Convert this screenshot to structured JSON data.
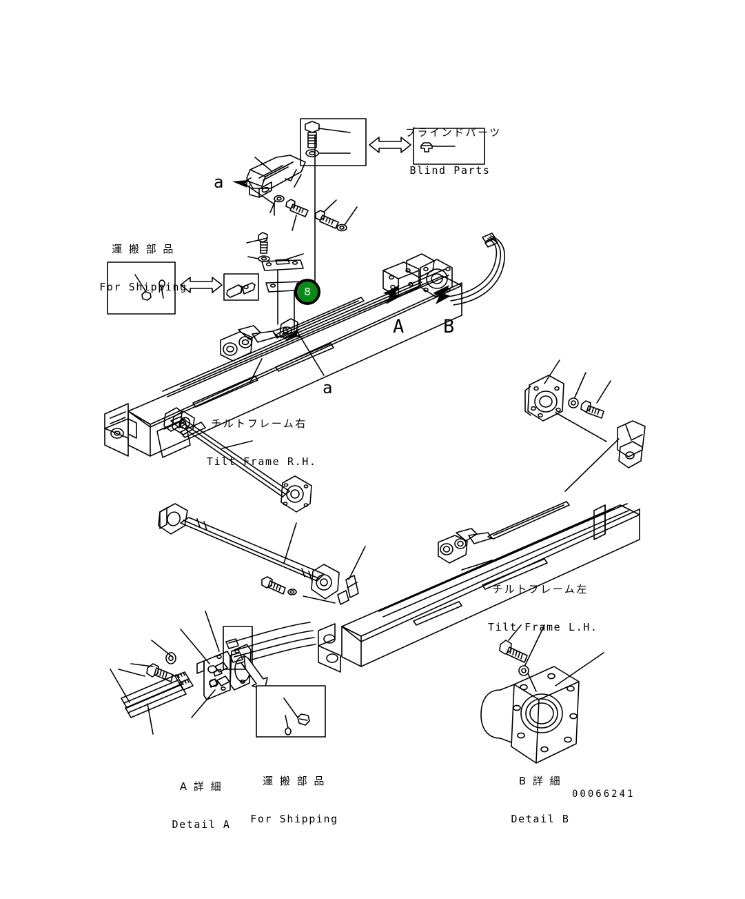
{
  "drawing": {
    "number": "00066241"
  },
  "callouts": [
    {
      "id": "8",
      "label": "8",
      "color": "#0a8a17"
    }
  ],
  "section_letters": [
    {
      "name": "section-arrow-a",
      "text": "A"
    },
    {
      "name": "section-arrow-b",
      "text": "B"
    },
    {
      "name": "detail-marker-a-upper",
      "text": "a"
    },
    {
      "name": "detail-marker-a-lower",
      "text": "a"
    }
  ],
  "labels": {
    "blind_parts": {
      "jp": "ブラインドパーツ",
      "en": "Blind Parts"
    },
    "for_shipping_left": {
      "jp": "運 搬 部 品",
      "en": "For Shipping"
    },
    "tilt_frame_rh": {
      "jp": "チルトフレーム右",
      "en": "Tilt Frame R.H."
    },
    "tilt_frame_lh": {
      "jp": "チルトフレーム左",
      "en": "Tilt Frame L.H."
    },
    "detail_a": {
      "jp": "A 詳 細",
      "en": "Detail A"
    },
    "for_shipping_bottom": {
      "jp": "運 搬 部 品",
      "en": "For Shipping"
    },
    "detail_b": {
      "jp": "B 詳 細",
      "en": "Detail B"
    }
  }
}
